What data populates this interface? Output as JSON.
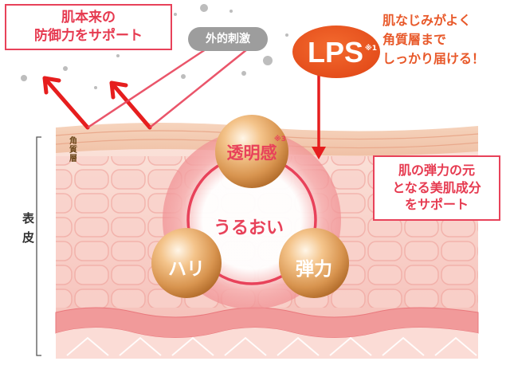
{
  "defense_box": {
    "line1": "肌本来の",
    "line2": "防御力をサポート"
  },
  "stimulus_label": "外的刺激",
  "lps": {
    "label": "LPS",
    "note_mark": "※1"
  },
  "lps_note": {
    "line1": "肌なじみがよく",
    "line2": "角質層まで",
    "line3": "しっかり届ける！"
  },
  "layer_label": "角質層",
  "epidermis_label": "表皮",
  "elastic_box": {
    "line1": "肌の弾力の元",
    "line2": "となる美肌成分",
    "line3": "をサポート"
  },
  "nodes": {
    "clarity": "透明感",
    "clarity_mark": "※3",
    "moisture": "うるおい",
    "firmness": "ハリ",
    "elasticity": "弾力"
  },
  "colors": {
    "accent_red": "#e8425a",
    "arrow_red": "#e61e1e",
    "lps_orange": "#ee5a24",
    "skin_pink": "#f6c3bd",
    "pearl_gold": "#d8944f"
  }
}
